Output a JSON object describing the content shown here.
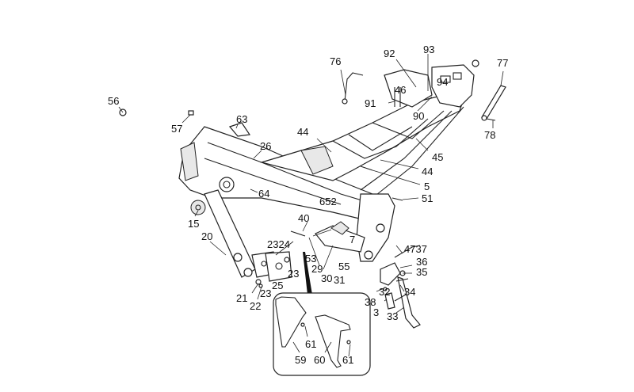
{
  "diagram": {
    "callouts": [
      {
        "id": "c56",
        "text": "56"
      },
      {
        "id": "c57",
        "text": "57"
      },
      {
        "id": "c63",
        "text": "63"
      },
      {
        "id": "c26",
        "text": "26"
      },
      {
        "id": "c64",
        "text": "64"
      },
      {
        "id": "c15",
        "text": "15"
      },
      {
        "id": "c20",
        "text": "20"
      },
      {
        "id": "c76",
        "text": "76"
      },
      {
        "id": "c92",
        "text": "92"
      },
      {
        "id": "c93",
        "text": "93"
      },
      {
        "id": "c46",
        "text": "46"
      },
      {
        "id": "c94",
        "text": "94"
      },
      {
        "id": "c91",
        "text": "91"
      },
      {
        "id": "c90",
        "text": "90"
      },
      {
        "id": "c77",
        "text": "77"
      },
      {
        "id": "c78",
        "text": "78"
      },
      {
        "id": "c44a",
        "text": "44"
      },
      {
        "id": "c45",
        "text": "45"
      },
      {
        "id": "c44b",
        "text": "44"
      },
      {
        "id": "c5",
        "text": "5"
      },
      {
        "id": "c51",
        "text": "51"
      },
      {
        "id": "c652",
        "text": "652"
      },
      {
        "id": "c40",
        "text": "40"
      },
      {
        "id": "c2324",
        "text": "2324"
      },
      {
        "id": "c23a",
        "text": "23"
      },
      {
        "id": "c25",
        "text": "25"
      },
      {
        "id": "c23b",
        "text": "23"
      },
      {
        "id": "c21",
        "text": "21"
      },
      {
        "id": "c22",
        "text": "22"
      },
      {
        "id": "c7",
        "text": "7"
      },
      {
        "id": "c53",
        "text": "53"
      },
      {
        "id": "c29",
        "text": "29"
      },
      {
        "id": "c55",
        "text": "55"
      },
      {
        "id": "c30",
        "text": "30"
      },
      {
        "id": "c31",
        "text": "31"
      },
      {
        "id": "c4737",
        "text": "4737"
      },
      {
        "id": "c36",
        "text": "36"
      },
      {
        "id": "c35",
        "text": "35"
      },
      {
        "id": "c32",
        "text": "32"
      },
      {
        "id": "c34",
        "text": "34"
      },
      {
        "id": "c38",
        "text": "38"
      },
      {
        "id": "c3",
        "text": "3"
      },
      {
        "id": "c33",
        "text": "33"
      },
      {
        "id": "c61a",
        "text": "61"
      },
      {
        "id": "c59",
        "text": "59"
      },
      {
        "id": "c60",
        "text": "60"
      },
      {
        "id": "c61b",
        "text": "61"
      }
    ]
  }
}
